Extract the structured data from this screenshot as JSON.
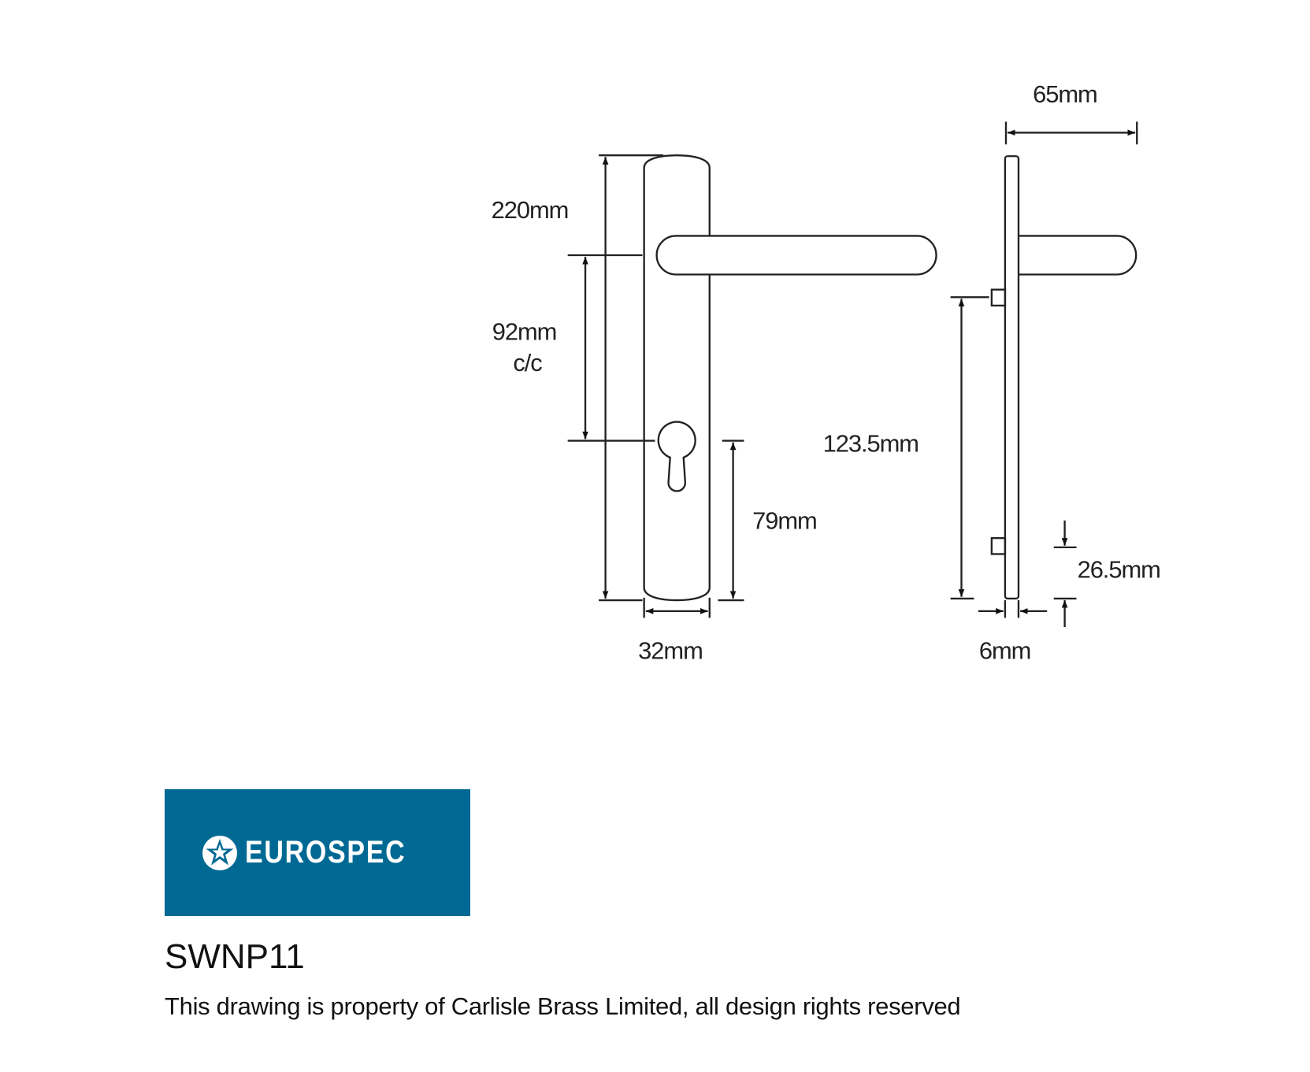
{
  "dimensions": {
    "height": "220mm",
    "centres": "92mm",
    "centres_note": "c/c",
    "keyhole_to_bottom": "79mm",
    "width": "32mm",
    "fixing_centres": "123.5mm",
    "projection": "65mm",
    "bottom_fixing": "26.5mm",
    "thickness": "6mm"
  },
  "brand": {
    "name": "EUROSPEC",
    "color": "#006993"
  },
  "product_code": "SWNP11",
  "footer": "This drawing is property of Carlisle Brass Limited, all design rights reserved"
}
